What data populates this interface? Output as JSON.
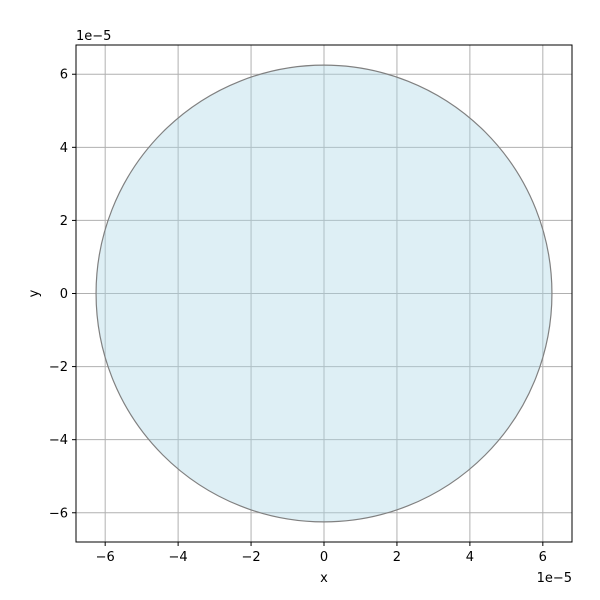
{
  "chart_data": {
    "type": "scatter",
    "title": "",
    "xlabel": "x",
    "ylabel": "y",
    "x_offset_label": "1e−5",
    "y_offset_label": "1e−5",
    "xlim": [
      -6.8,
      6.8
    ],
    "ylim": [
      -6.8,
      6.8
    ],
    "xticks": [
      -6,
      -4,
      -2,
      0,
      2,
      4,
      6
    ],
    "yticks": [
      -6,
      -4,
      -2,
      0,
      2,
      4,
      6
    ],
    "xtick_labels": [
      "−6",
      "−4",
      "−2",
      "0",
      "2",
      "4",
      "6"
    ],
    "ytick_labels": [
      "−6",
      "−4",
      "−2",
      "0",
      "2",
      "4",
      "6"
    ],
    "grid": true,
    "shapes": [
      {
        "kind": "circle",
        "center": [
          0,
          0
        ],
        "radius": 6.25,
        "fill_color": "#add8e6",
        "fill_opacity": 0.4,
        "edge_color": "#808080"
      }
    ],
    "colors": {
      "grid": "#b0b0b0",
      "axes": "#000000"
    }
  }
}
